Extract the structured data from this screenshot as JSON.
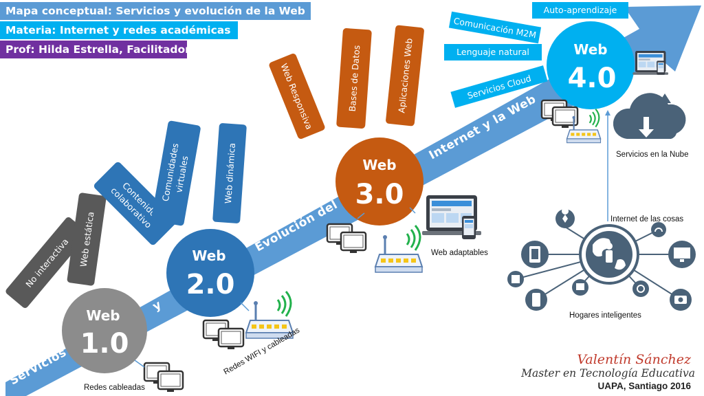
{
  "header": {
    "title": "Mapa conceptual: Servicios y evolución de la Web",
    "subject": "Materia: Internet y redes académicas",
    "professor": "Prof: Hilda Estrella, Facilitadora"
  },
  "arrow": {
    "segment1": "Servicios",
    "segment2": "y",
    "segment3": "Evolución del",
    "segment4": "Internet y la Web"
  },
  "web1": {
    "word": "Web",
    "version": "1.0",
    "petals": [
      "No interactiva",
      "Web estática"
    ],
    "caption": "Redes cableadas"
  },
  "web2": {
    "word": "Web",
    "version": "2.0",
    "petals": [
      "Contenido",
      "colaborativo",
      "Comunidades",
      "virtuales",
      "Web dinámica"
    ],
    "caption": "Redes WIFI y cableadas"
  },
  "web3": {
    "word": "Web",
    "version": "3.0",
    "petals": [
      "Web Responsiva",
      "Bases de Datos",
      "Aplicaciones Web"
    ],
    "caption": "Web adaptables"
  },
  "web4": {
    "word": "Web",
    "version": "4.0",
    "pills": [
      "Auto-aprendizaje",
      "Comunicación M2M",
      "Lenguaje natural",
      "Servicios Cloud"
    ],
    "captions": {
      "cloud": "Servicios en la Nube",
      "iot": "Internet de las cosas",
      "homes": "Hogares inteligentes"
    }
  },
  "signature": {
    "name": "Valentín Sánchez",
    "title": "Master en Tecnología Educativa",
    "place": "UAPA, Santiago 2016"
  },
  "colors": {
    "arrow": "#5b9bd5",
    "web1": "#8c8c8c",
    "web1_petals": "#595959",
    "web2": "#2e75b6",
    "web3": "#c55a11",
    "web4": "#00b0f0",
    "pill": "#00b0f0",
    "header1": "#5b9bd5",
    "header2": "#00b0f0",
    "header3": "#7030a0"
  }
}
